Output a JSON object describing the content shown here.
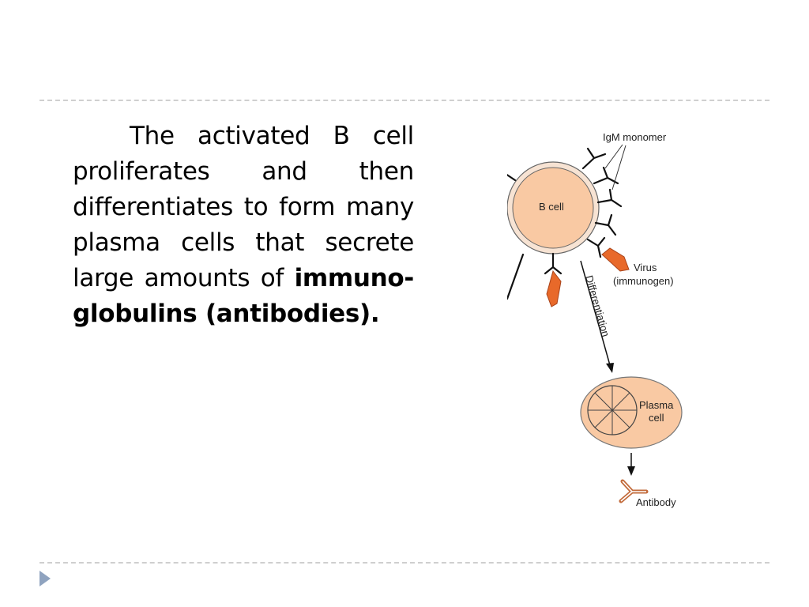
{
  "slide": {
    "paragraph_part1": "The activated B cell proliferates and then differentiates to form many plasma cells that secrete large amounts of ",
    "paragraph_bold": "immuno-globulins (antibodies)."
  },
  "diagram": {
    "igm_label": "IgM monomer",
    "b_cell_label": "B cell",
    "virus_label_line1": "Virus",
    "virus_label_line2": "(immunogen)",
    "differentiation_label": "Differentiation",
    "plasma_label_line1": "Plasma",
    "plasma_label_line2": "cell",
    "antibody_label": "Antibody"
  },
  "colors": {
    "cell_fill": "#f9c9a3",
    "cell_outer": "#f7e3d3",
    "virus_fill": "#e8692a",
    "nav_arrow": "#8fa3bf"
  }
}
